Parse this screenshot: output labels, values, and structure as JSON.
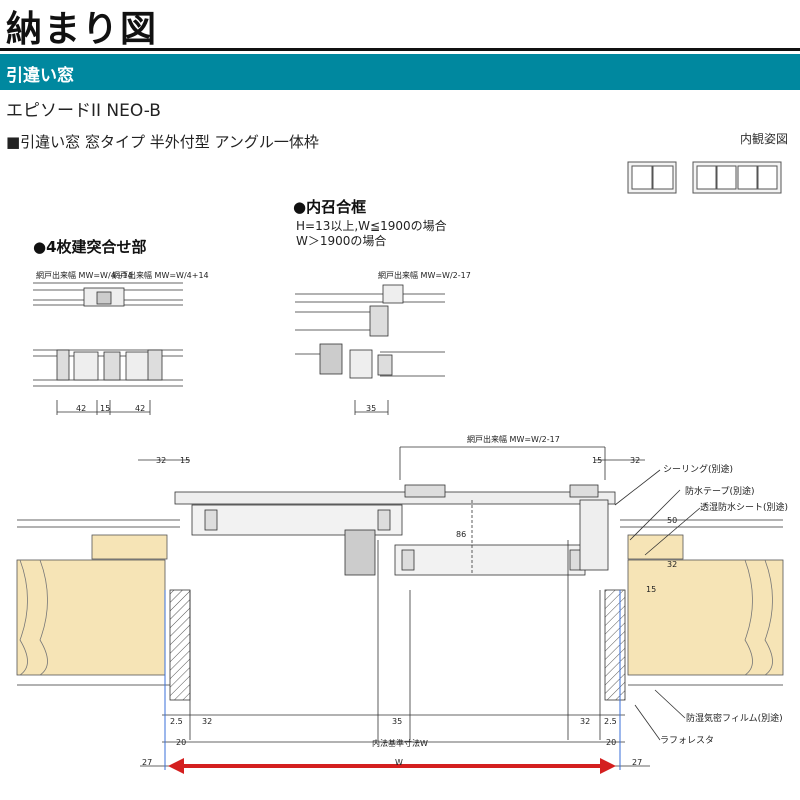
{
  "header": {
    "title": "納まり図",
    "section": "引違い窓",
    "product": "エピソードII NEO-B",
    "subtitle": "■引違い窓 窓タイプ 半外付型 アングル一体枠",
    "view_label": "内観姿図"
  },
  "detail_4panel": {
    "heading": "●4枚建突合せ部",
    "screen_width_note": "網戸出来幅 MW=W/4+14",
    "screen_width_note_2": "網戸出来幅 MW=W/4+14",
    "dims": [
      "42",
      "15",
      "42"
    ]
  },
  "detail_inner_frame": {
    "heading": "●内召合框",
    "condition_1": "H=13以上,W≦1900の場合",
    "condition_2": "W＞1900の場合",
    "screen_width_note": "網戸出来幅 MW=W/2-17",
    "dim": "35"
  },
  "main_section": {
    "screen_width_note": "網戸出来幅 MW=W/2-17",
    "top_dims_left": [
      "32",
      "15"
    ],
    "top_dims_right": [
      "15",
      "32"
    ],
    "height_dim": "86",
    "right_dims": [
      "50",
      "32",
      "15"
    ],
    "bottom_dims": [
      "2.5",
      "32",
      "35",
      "32",
      "2.5"
    ],
    "row2_left": "20",
    "row2_right": "20",
    "inner_dim_label": "内法基準寸法W",
    "row3_left": "27",
    "row3_right": "27",
    "width_label": "W",
    "callouts": [
      "シーリング(別途)",
      "防水テープ(別途)",
      "透湿防水シート(別途)",
      "防湿気密フィルム(別途)",
      "ラフォレスタ"
    ]
  }
}
